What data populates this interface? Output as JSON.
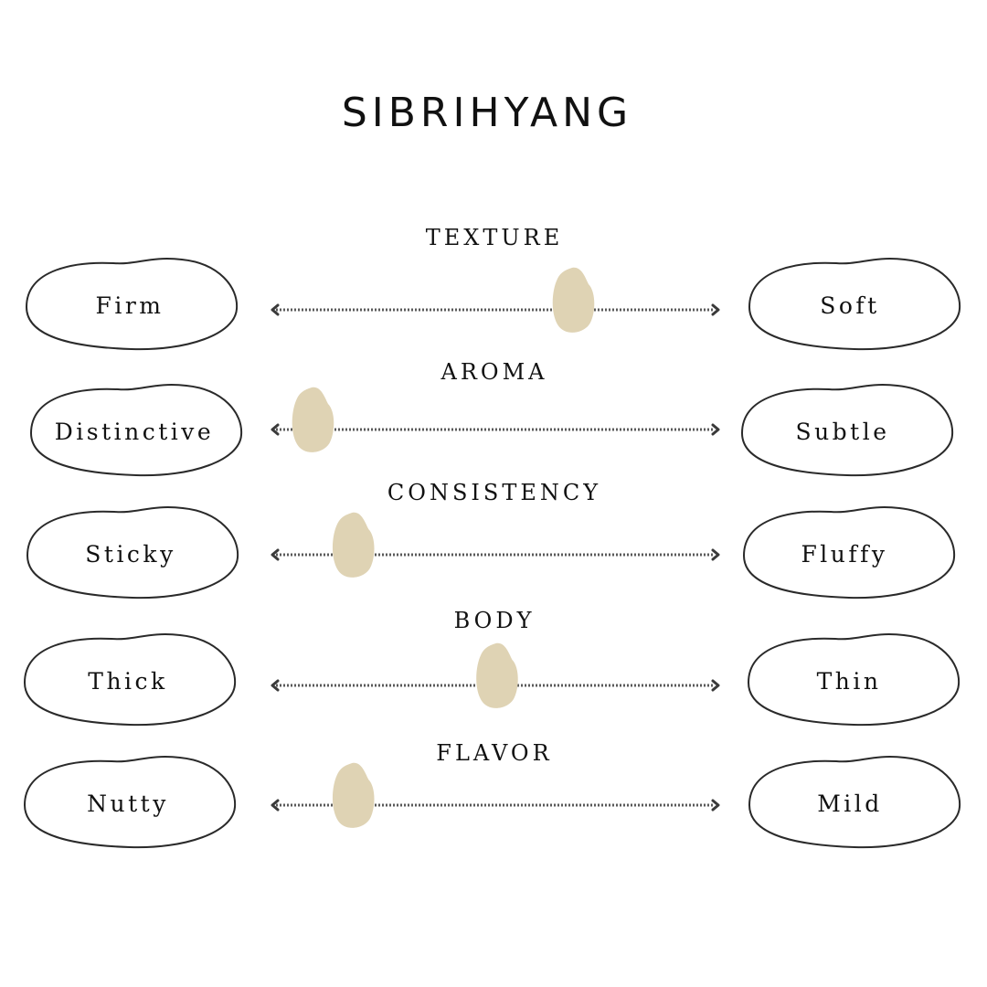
{
  "title": "SIBRIHYANG",
  "colors": {
    "grain": "#dfd3b4",
    "outline": "#2a2a2a",
    "text": "#111111"
  },
  "chart_data": {
    "type": "scatter",
    "title": "SIBRIHYANG",
    "scale": [
      0,
      1
    ],
    "marker_icon": "rice-grain-icon",
    "attributes": [
      {
        "category": "TEXTURE",
        "left": "Firm",
        "right": "Soft",
        "value": 0.68
      },
      {
        "category": "AROMA",
        "left": "Distinctive",
        "right": "Subtle",
        "value": 0.1
      },
      {
        "category": "CONSISTENCY",
        "left": "Sticky",
        "right": "Fluffy",
        "value": 0.19
      },
      {
        "category": "BODY",
        "left": "Thick",
        "right": "Thin",
        "value": 0.51
      },
      {
        "category": "FLAVOR",
        "left": "Nutty",
        "right": "Mild",
        "value": 0.19
      }
    ]
  }
}
